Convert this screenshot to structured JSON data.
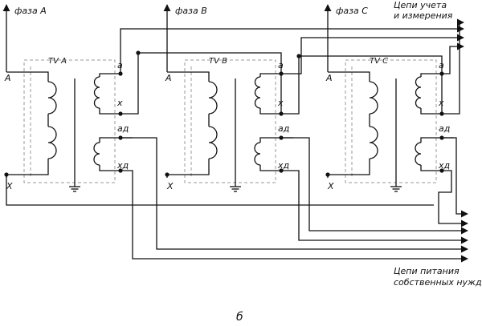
{
  "phases": [
    {
      "label": "фаза А",
      "tv": "TV A",
      "hv_start": "A",
      "hv_end": "X",
      "sec_start": "a",
      "sec_end": "x",
      "aux_start": "aд",
      "aux_end": "xд"
    },
    {
      "label": "фаза В",
      "tv": "TV B",
      "hv_start": "A",
      "hv_end": "X",
      "sec_start": "a",
      "sec_end": "x",
      "aux_start": "aд",
      "aux_end": "xд"
    },
    {
      "label": "фаза С",
      "tv": "TV C",
      "hv_start": "A",
      "hv_end": "X",
      "sec_start": "a",
      "sec_end": "x",
      "aux_start": "aд",
      "aux_end": "xд"
    }
  ],
  "metering_circuits": [
    "Цепи учета",
    "и измерения"
  ],
  "aux_circuits": [
    "Цепи питания",
    "собственных нужд"
  ],
  "figure_label": "б",
  "colors": {
    "line": "#111111",
    "dash": "#9a9a9a"
  }
}
